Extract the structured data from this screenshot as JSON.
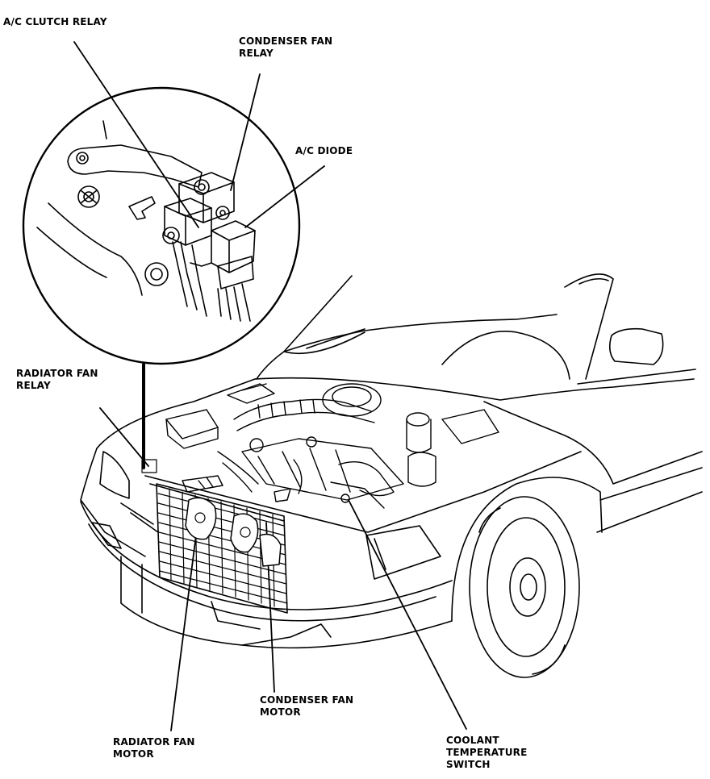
{
  "diagram": {
    "callouts": {
      "ac_clutch_relay": {
        "lines": [
          "A/C CLUTCH RELAY"
        ]
      },
      "condenser_fan_relay": {
        "lines": [
          "CONDENSER FAN",
          "RELAY"
        ]
      },
      "ac_diode": {
        "lines": [
          "A/C DIODE"
        ]
      },
      "radiator_fan_relay": {
        "lines": [
          "RADIATOR FAN",
          "RELAY"
        ]
      },
      "condenser_fan_motor": {
        "lines": [
          "CONDENSER FAN",
          "MOTOR"
        ]
      },
      "radiator_fan_motor": {
        "lines": [
          "RADIATOR FAN",
          "MOTOR"
        ]
      },
      "coolant_temperature_switch": {
        "lines": [
          "COOLANT",
          "TEMPERATURE",
          "SWITCH"
        ]
      }
    }
  }
}
